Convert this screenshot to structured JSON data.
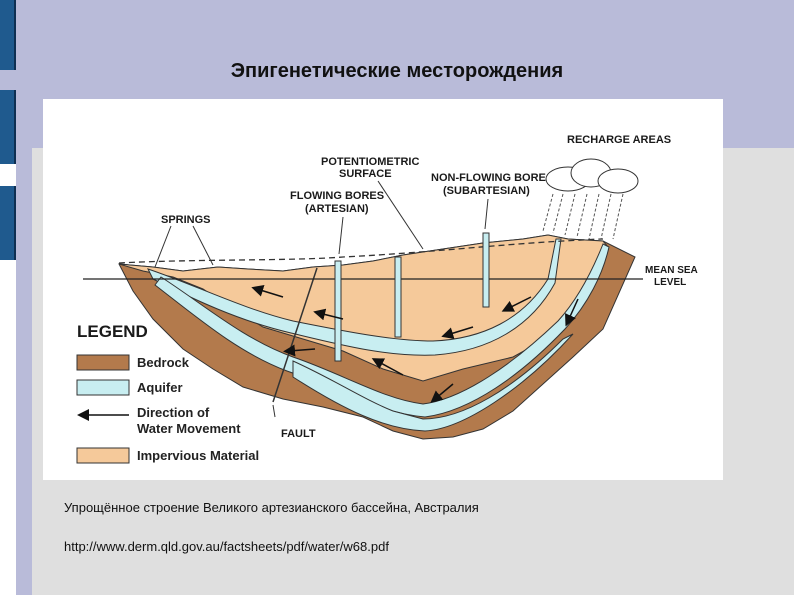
{
  "slide": {
    "title": "Эпигенетические месторождения",
    "caption": "Упрощённое строение Великого артезианского бассейна, Австралия",
    "source": "http://www.derm.qld.gov.au/factsheets/pdf/water/w68.pdf"
  },
  "diagram": {
    "labels": {
      "recharge_areas": "RECHARGE AREAS",
      "potentiometric_1": "POTENTIOMETRIC",
      "potentiometric_2": "SURFACE",
      "non_flowing_1": "NON-FLOWING BORE",
      "non_flowing_2": "(SUBARTESIAN)",
      "flowing_1": "FLOWING BORES",
      "flowing_2": "(ARTESIAN)",
      "springs": "SPRINGS",
      "mean_sea_1": "MEAN SEA",
      "mean_sea_2": "LEVEL",
      "fault": "FAULT"
    },
    "legend": {
      "title": "LEGEND",
      "items": [
        {
          "label": "Bedrock",
          "color": "#b37a4c"
        },
        {
          "label": "Aquifer",
          "color": "#c8eef1"
        },
        {
          "label": "Direction of",
          "label2": "Water Movement"
        },
        {
          "label": "Impervious Material",
          "color": "#f5c99a"
        }
      ]
    },
    "colors": {
      "bedrock": "#b37a4c",
      "aquifer": "#c8eef1",
      "impervious": "#f5c99a",
      "outline": "#333333"
    }
  }
}
